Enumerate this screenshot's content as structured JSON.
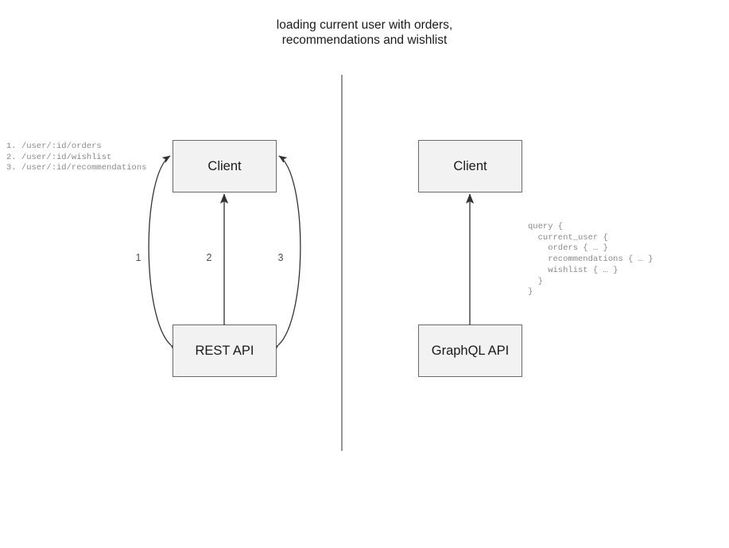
{
  "title": "loading current user with orders,\nrecommendations and wishlist",
  "colors": {
    "box_fill": "#f2f2f2",
    "box_border": "#6b6b6b",
    "edge_stroke": "#4d4d4d",
    "divider": "#6b6b6b",
    "code_text": "#8a8a8a",
    "title_text": "#1a1a1a"
  },
  "rest_side": {
    "client_label": "Client",
    "api_label": "REST API",
    "endpoints": "1. /user/:id/orders\n2. /user/:id/wishlist\n3. /user/:id/recommendations",
    "edge_labels": [
      "1",
      "2",
      "3"
    ]
  },
  "graphql_side": {
    "client_label": "Client",
    "api_label": "GraphQL API",
    "query": "query {\n  current_user {\n    orders { … }\n    recommendations { … }\n    wishlist { … }\n  }\n}"
  }
}
